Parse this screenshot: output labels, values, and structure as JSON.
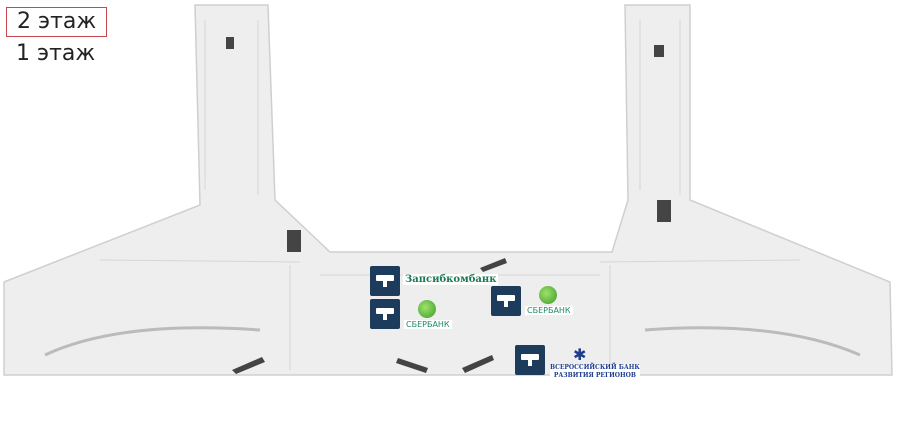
{
  "floors": [
    {
      "label": "2 этаж",
      "selected": true
    },
    {
      "label": "1 этаж",
      "selected": false
    }
  ],
  "banks": {
    "zapsib": "Запсибкомбанк",
    "sber1": "СБЕРБАНК",
    "sber2": "СБЕРБАНК",
    "vbrr_line1": "ВСЕРОССИЙСКИЙ БАНК",
    "vbrr_line2": "РАЗВИТИЯ РЕГИОНОВ"
  },
  "colors": {
    "atm": "#1d3c5c",
    "sber": "#1e8a63",
    "selected_border": "#c8474e"
  }
}
